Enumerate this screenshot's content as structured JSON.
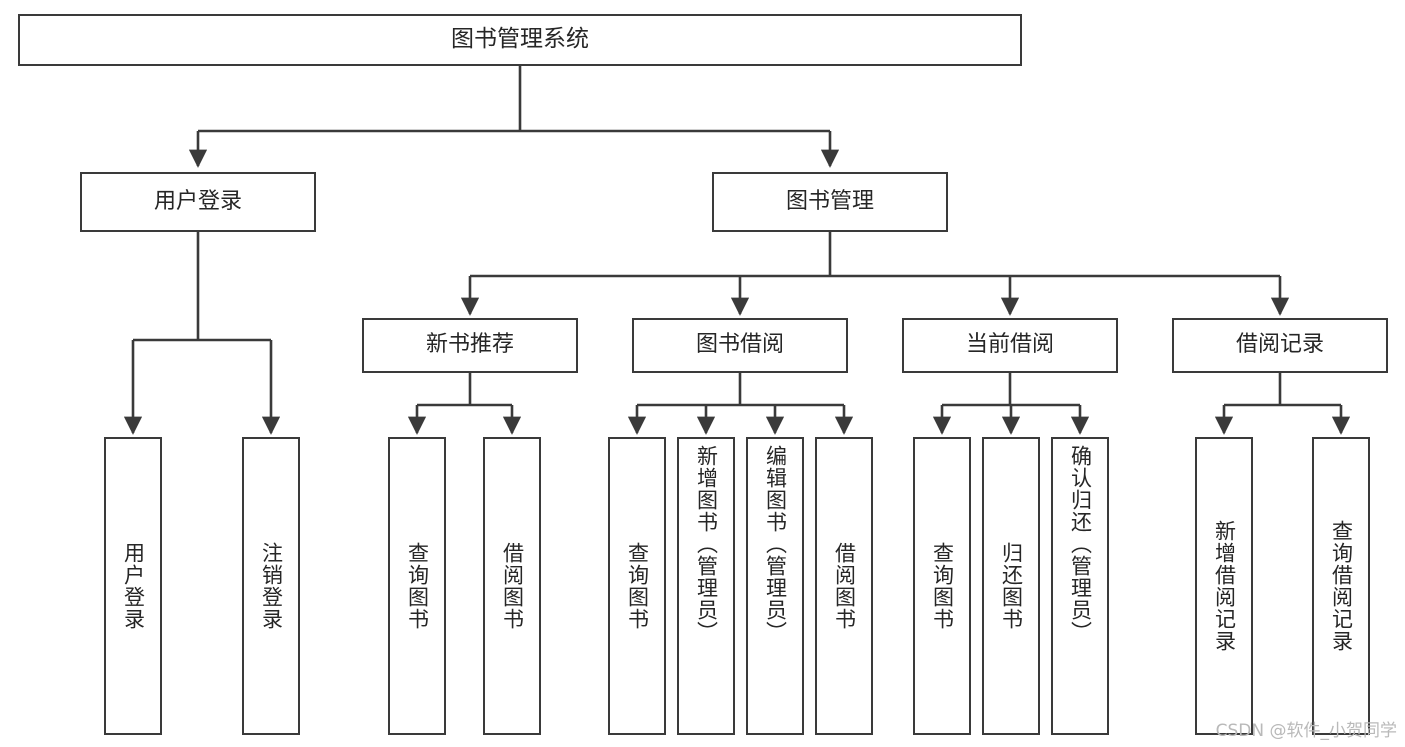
{
  "diagram": {
    "title": "图书管理系统",
    "watermark": "CSDN @软件_小贺同学",
    "style": {
      "border_color": "#3a3a3a",
      "text_color": "#262626",
      "background": "#ffffff",
      "watermark_color": "#b9b9b9"
    },
    "nodes": {
      "root": {
        "label": "图书管理系统",
        "level": 1
      },
      "user_login": {
        "label": "用户登录",
        "level": 2
      },
      "book_manage": {
        "label": "图书管理",
        "level": 2
      },
      "new_book_rec": {
        "label": "新书推荐",
        "level": 3
      },
      "book_borrow": {
        "label": "图书借阅",
        "level": 3
      },
      "current_borrow": {
        "label": "当前借阅",
        "level": 3
      },
      "borrow_record": {
        "label": "借阅记录",
        "level": 3
      },
      "leaf_user_login": {
        "label": "用户登录",
        "level": 4
      },
      "leaf_logout": {
        "label": "注销登录",
        "level": 4
      },
      "leaf_query_book_1": {
        "label": "查询图书",
        "level": 4
      },
      "leaf_borrow_book_1": {
        "label": "借阅图书",
        "level": 4
      },
      "leaf_query_book_2": {
        "label": "查询图书",
        "level": 4
      },
      "leaf_add_book": {
        "label": "新增图书（管理员）",
        "level": 4
      },
      "leaf_edit_book": {
        "label": "编辑图书（管理员）",
        "level": 4
      },
      "leaf_borrow_book_2": {
        "label": "借阅图书",
        "level": 4
      },
      "leaf_query_book_3": {
        "label": "查询图书",
        "level": 4
      },
      "leaf_return_book": {
        "label": "归还图书",
        "level": 4
      },
      "leaf_confirm_return": {
        "label": "确认归还（管理员）",
        "level": 4
      },
      "leaf_add_record": {
        "label": "新增借阅记录",
        "level": 4
      },
      "leaf_query_record": {
        "label": "查询借阅记录",
        "level": 4
      }
    }
  }
}
